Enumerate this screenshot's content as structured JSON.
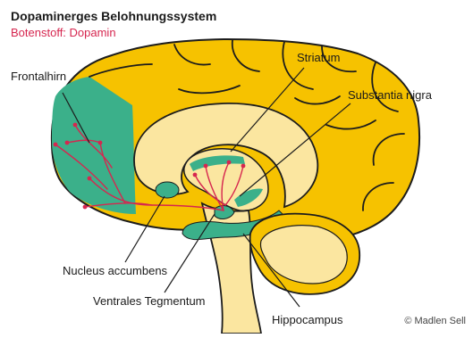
{
  "title": "Dopaminerges Belohnungssystem",
  "subtitle": "Botenstoff: Dopamin",
  "labels": {
    "frontalhirn": "Frontalhirn",
    "striatum": "Striatum",
    "substantia_nigra": "Substantia nigra",
    "nucleus_accumbens": "Nucleus accumbens",
    "ventrales_tegmentum": "Ventrales Tegmentum",
    "hippocampus": "Hippocampus"
  },
  "copyright": "© Madlen Sell",
  "colors": {
    "cortex": "#f6c200",
    "cortex_outline": "#1c1c1c",
    "inner": "#fbe6a0",
    "highlight": "#3bb08a",
    "pathway": "#d6264f",
    "subtitle": "#d6264f"
  }
}
